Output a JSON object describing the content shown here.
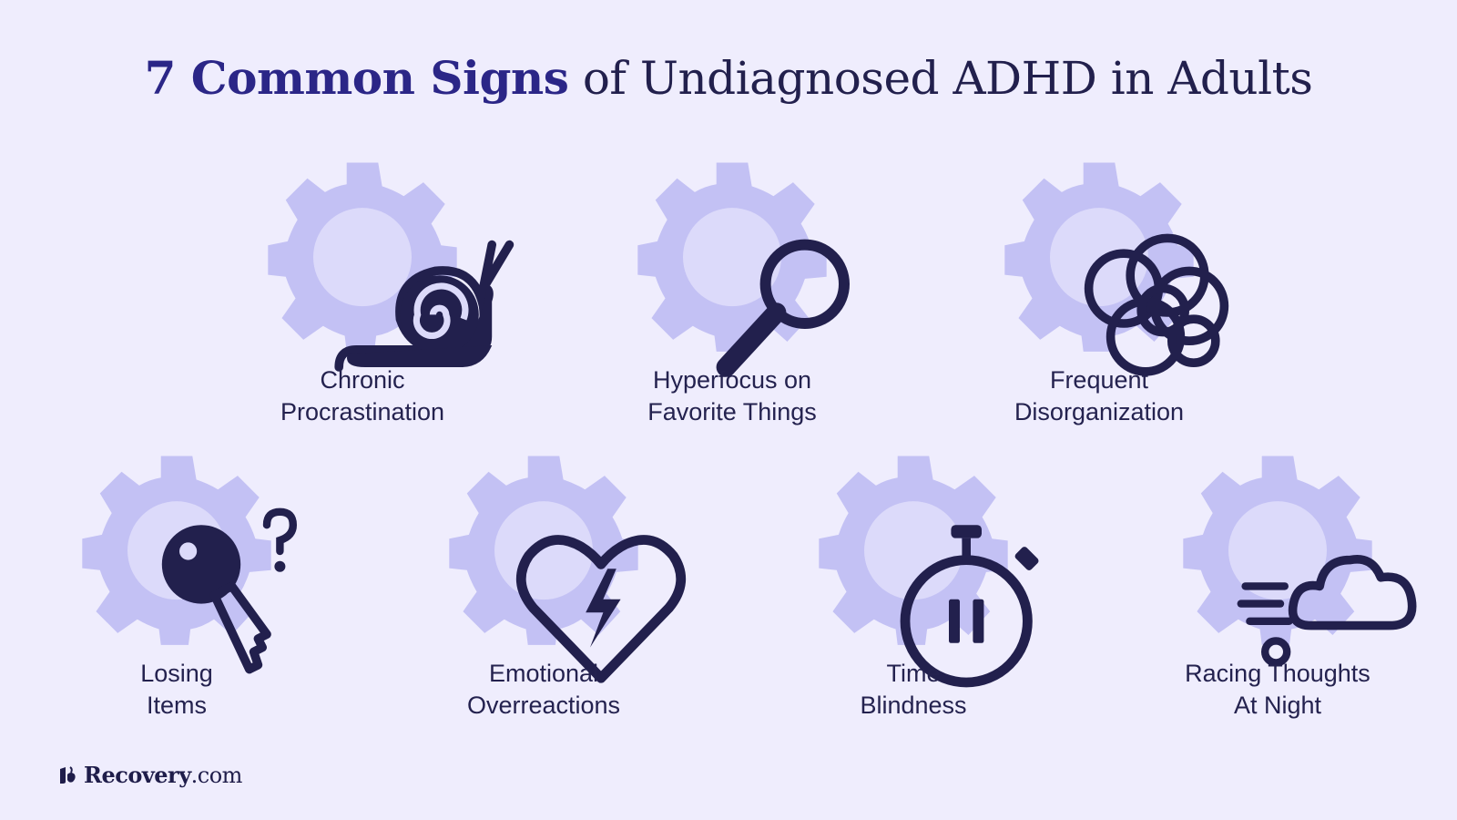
{
  "title": {
    "highlight": "7 Common Signs",
    "rest": " of Undiagnosed ADHD in Adults"
  },
  "signs": [
    {
      "line1": "Chronic",
      "line2": "Procrastination",
      "icon": "snail-icon"
    },
    {
      "line1": "Hyperfocus on",
      "line2": "Favorite Things",
      "icon": "magnifying-glass-icon"
    },
    {
      "line1": "Frequent",
      "line2": "Disorganization",
      "icon": "tangled-scribble-icon"
    },
    {
      "line1": "Losing",
      "line2": "Items",
      "icon": "key-question-icon"
    },
    {
      "line1": "Emotional",
      "line2": "Overreactions",
      "icon": "broken-heart-icon"
    },
    {
      "line1": "Time",
      "line2": "Blindness",
      "icon": "stopwatch-icon"
    },
    {
      "line1": "Racing Thoughts",
      "line2": "At Night",
      "icon": "racing-cloud-icon"
    }
  ],
  "brand": {
    "name": "Recovery",
    "domain": ".com"
  },
  "colors": {
    "background": "#efedfd",
    "gear": "#c3c1f4",
    "gear_center": "#dcdafa",
    "icon": "#22204d",
    "title_highlight": "#2b2687"
  }
}
